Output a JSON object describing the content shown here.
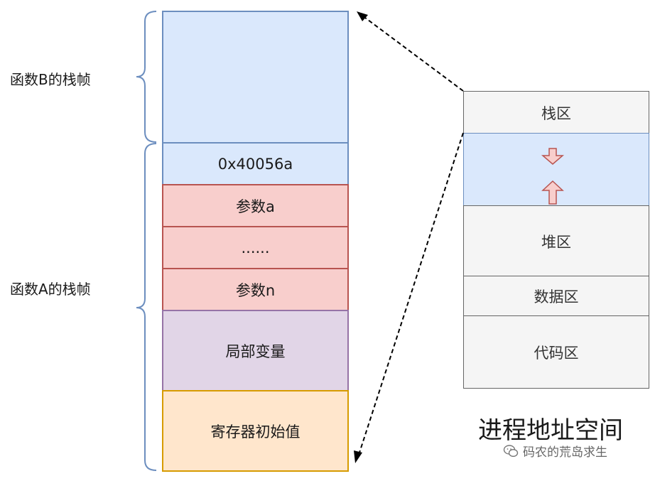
{
  "stack": {
    "frame_b_label": "函数B的栈帧",
    "frame_a_label": "函数A的栈帧",
    "return_address": "0x40056a",
    "param_a": "参数a",
    "ellipsis": "......",
    "param_n": "参数n",
    "local_vars": "局部变量",
    "saved_registers": "寄存器初始值"
  },
  "address_space": {
    "title": "进程地址空间",
    "stack_region": "栈区",
    "heap_region": "堆区",
    "data_region": "数据区",
    "code_region": "代码区"
  },
  "watermark": "码农的荒岛求生",
  "colors": {
    "blue_fill": "#dae8fc",
    "blue_stroke": "#6c8ebf",
    "red_fill": "#f8cecc",
    "red_stroke": "#b85450",
    "purple_fill": "#e1d5e7",
    "purple_stroke": "#9673a6",
    "orange_fill": "#ffe6cc",
    "orange_stroke": "#d79b00",
    "grey_fill": "#f5f5f5",
    "grey_stroke": "#666666"
  }
}
